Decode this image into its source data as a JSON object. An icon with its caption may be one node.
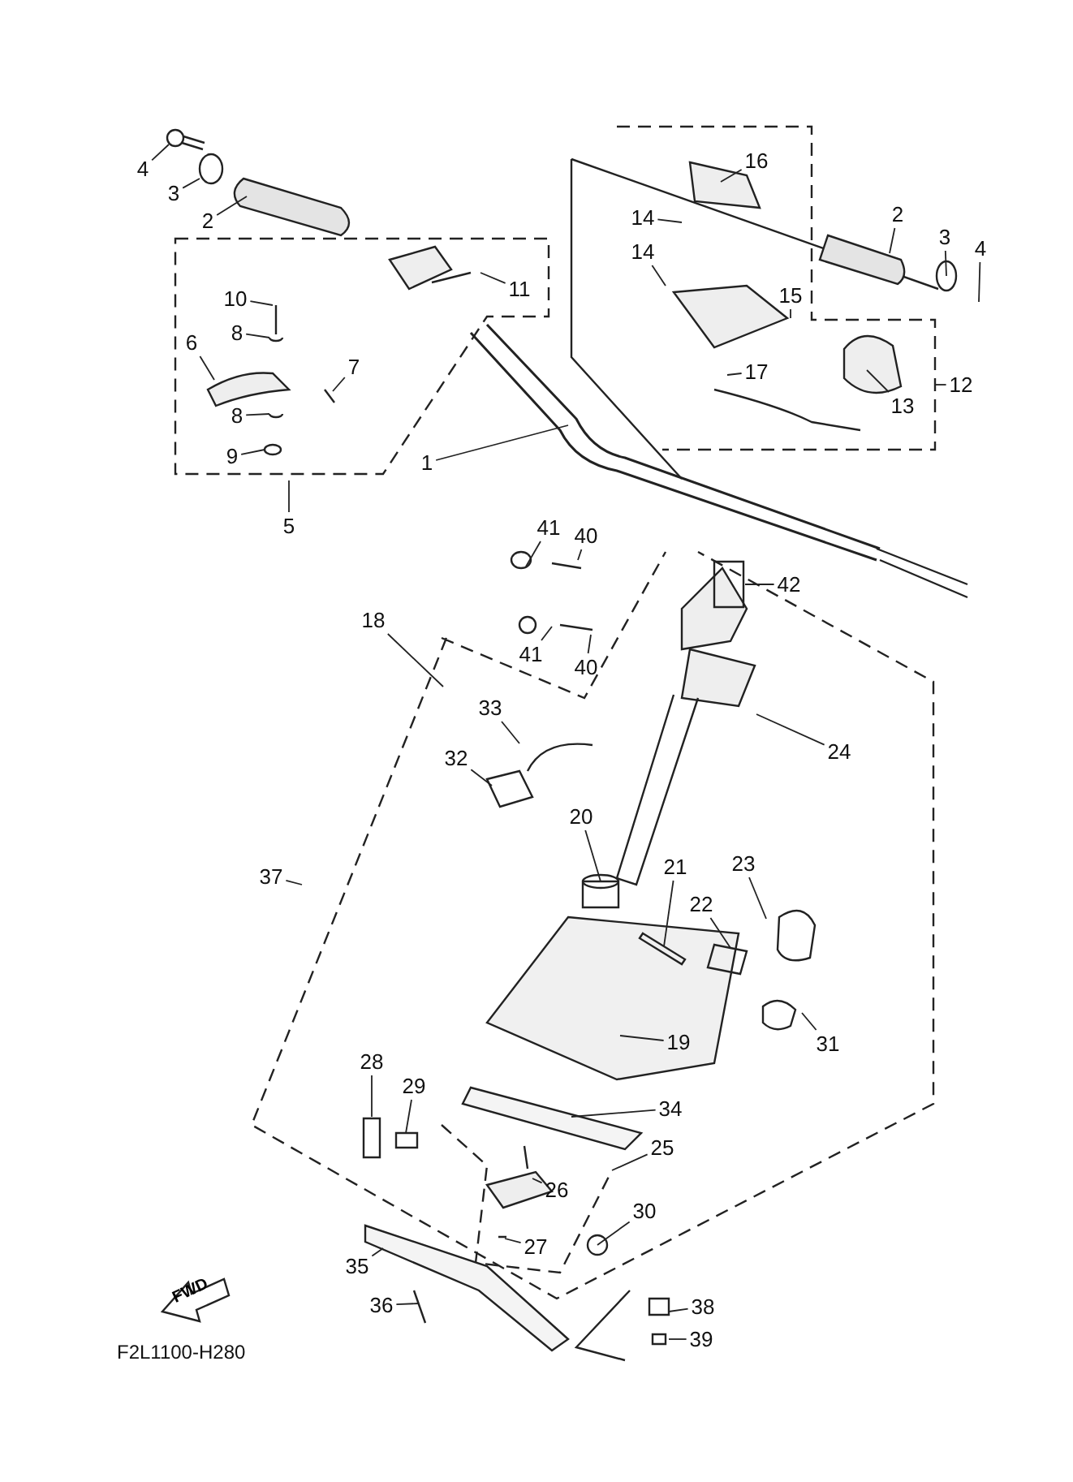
{
  "diagram": {
    "nodes": [
      {
        "text": [
          "4"
        ]
      },
      {
        "text": [
          "16"
        ]
      },
      {
        "text": [
          "3"
        ]
      },
      {
        "text": [
          "2"
        ]
      },
      {
        "text": [
          "14"
        ]
      },
      {
        "text": [
          "2"
        ]
      },
      {
        "text": [
          "3"
        ]
      },
      {
        "text": [
          "4"
        ]
      },
      {
        "text": [
          "14"
        ]
      },
      {
        "text": [
          "11"
        ]
      },
      {
        "text": [
          "15"
        ]
      },
      {
        "text": [
          "10"
        ]
      },
      {
        "text": [
          "8"
        ]
      },
      {
        "text": [
          "6"
        ]
      },
      {
        "text": [
          "7"
        ]
      },
      {
        "text": [
          "17"
        ]
      },
      {
        "text": [
          "12"
        ]
      },
      {
        "text": [
          "13"
        ]
      },
      {
        "text": [
          "8"
        ]
      },
      {
        "text": [
          "9"
        ]
      },
      {
        "text": [
          "1"
        ]
      },
      {
        "text": [
          "5"
        ]
      },
      {
        "text": [
          "41"
        ]
      },
      {
        "text": [
          "40"
        ]
      },
      {
        "text": [
          "42"
        ]
      },
      {
        "text": [
          "18"
        ]
      },
      {
        "text": [
          "41"
        ]
      },
      {
        "text": [
          "40"
        ]
      },
      {
        "text": [
          "33"
        ]
      },
      {
        "text": [
          "24"
        ]
      },
      {
        "text": [
          "32"
        ]
      },
      {
        "text": [
          "20"
        ]
      },
      {
        "text": [
          "21"
        ]
      },
      {
        "text": [
          "23"
        ]
      },
      {
        "text": [
          "37"
        ]
      },
      {
        "text": [
          "22"
        ]
      },
      {
        "text": [
          "19"
        ]
      },
      {
        "text": [
          "31"
        ]
      },
      {
        "text": [
          "28"
        ]
      },
      {
        "text": [
          "29"
        ]
      },
      {
        "text": [
          "34"
        ]
      },
      {
        "text": [
          "25"
        ]
      },
      {
        "text": [
          "26"
        ]
      },
      {
        "text": [
          "30"
        ]
      },
      {
        "text": [
          "27"
        ]
      },
      {
        "text": [
          "35"
        ]
      },
      {
        "text": [
          "36"
        ]
      },
      {
        "text": [
          "38"
        ]
      },
      {
        "text": [
          "39"
        ]
      }
    ],
    "edges": [
      {
        "from": 0,
        "to": null,
        "arrow": "none"
      },
      {
        "from": 1,
        "to": null,
        "arrow": "none"
      },
      {
        "from": 2,
        "to": null,
        "arrow": "none"
      },
      {
        "from": 3,
        "to": null,
        "arrow": "none"
      },
      {
        "from": 4,
        "to": null,
        "arrow": "none"
      },
      {
        "from": 5,
        "to": null,
        "arrow": "none"
      },
      {
        "from": 6,
        "to": null,
        "arrow": "none"
      },
      {
        "from": 7,
        "to": null,
        "arrow": "none"
      },
      {
        "from": 8,
        "to": null,
        "arrow": "none"
      },
      {
        "from": 9,
        "to": null,
        "arrow": "none"
      },
      {
        "from": 10,
        "to": null,
        "arrow": "none"
      },
      {
        "from": 11,
        "to": null,
        "arrow": "none"
      },
      {
        "from": 12,
        "to": null,
        "arrow": "none"
      },
      {
        "from": 13,
        "to": null,
        "arrow": "none"
      },
      {
        "from": 14,
        "to": null,
        "arrow": "none"
      },
      {
        "from": 15,
        "to": null,
        "arrow": "none"
      },
      {
        "from": 16,
        "to": null,
        "arrow": "none"
      },
      {
        "from": 17,
        "to": null,
        "arrow": "none"
      },
      {
        "from": 18,
        "to": null,
        "arrow": "none"
      },
      {
        "from": 19,
        "to": null,
        "arrow": "none"
      },
      {
        "from": 20,
        "to": null,
        "arrow": "none"
      },
      {
        "from": 21,
        "to": null,
        "arrow": "none"
      },
      {
        "from": 22,
        "to": null,
        "arrow": "none"
      },
      {
        "from": 23,
        "to": null,
        "arrow": "none"
      },
      {
        "from": 24,
        "to": null,
        "arrow": "none"
      },
      {
        "from": 25,
        "to": null,
        "arrow": "none"
      },
      {
        "from": 26,
        "to": null,
        "arrow": "none"
      },
      {
        "from": 27,
        "to": null,
        "arrow": "none"
      },
      {
        "from": 28,
        "to": null,
        "arrow": "none"
      },
      {
        "from": 29,
        "to": null,
        "arrow": "none"
      },
      {
        "from": 30,
        "to": null,
        "arrow": "none"
      },
      {
        "from": 31,
        "to": null,
        "arrow": "none"
      },
      {
        "from": 32,
        "to": null,
        "arrow": "none"
      },
      {
        "from": 33,
        "to": null,
        "arrow": "none"
      },
      {
        "from": 34,
        "to": null,
        "arrow": "none"
      },
      {
        "from": 35,
        "to": null,
        "arrow": "none"
      },
      {
        "from": 36,
        "to": null,
        "arrow": "none"
      },
      {
        "from": 37,
        "to": null,
        "arrow": "none"
      },
      {
        "from": 38,
        "to": null,
        "arrow": "none"
      },
      {
        "from": 39,
        "to": null,
        "arrow": "none"
      },
      {
        "from": 40,
        "to": null,
        "arrow": "none"
      },
      {
        "from": 41,
        "to": null,
        "arrow": "none"
      },
      {
        "from": 42,
        "to": null,
        "arrow": "none"
      },
      {
        "from": 43,
        "to": null,
        "arrow": "none"
      },
      {
        "from": 44,
        "to": null,
        "arrow": "none"
      },
      {
        "from": 45,
        "to": null,
        "arrow": "none"
      },
      {
        "from": 46,
        "to": null,
        "arrow": "none"
      },
      {
        "from": 47,
        "to": null,
        "arrow": "none"
      },
      {
        "from": 48,
        "to": null,
        "arrow": "none"
      }
    ],
    "labels": [
      "FWD",
      "F2L1100-H280"
    ]
  }
}
